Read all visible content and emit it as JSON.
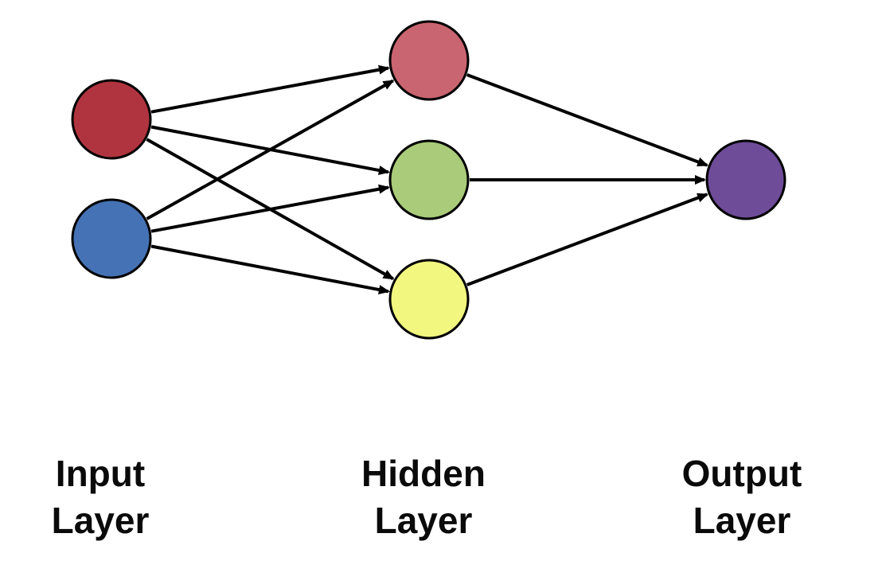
{
  "labels": {
    "input": [
      "Input",
      "Layer"
    ],
    "hidden": [
      "Hidden",
      "Layer"
    ],
    "output": [
      "Output",
      "Layer"
    ]
  },
  "nodes": {
    "input": [
      {
        "id": "input-1",
        "color": "#B0343F"
      },
      {
        "id": "input-2",
        "color": "#4472B4"
      }
    ],
    "hidden": [
      {
        "id": "hidden-1",
        "color": "#C96570"
      },
      {
        "id": "hidden-2",
        "color": "#AACB7A"
      },
      {
        "id": "hidden-3",
        "color": "#F2F77F"
      }
    ],
    "output": [
      {
        "id": "output-1",
        "color": "#6E4C98"
      }
    ]
  },
  "edges": [
    {
      "from": "input-1",
      "to": "hidden-1"
    },
    {
      "from": "input-1",
      "to": "hidden-2"
    },
    {
      "from": "input-1",
      "to": "hidden-3"
    },
    {
      "from": "input-2",
      "to": "hidden-1"
    },
    {
      "from": "input-2",
      "to": "hidden-2"
    },
    {
      "from": "input-2",
      "to": "hidden-3"
    },
    {
      "from": "hidden-1",
      "to": "output-1"
    },
    {
      "from": "hidden-2",
      "to": "output-1"
    },
    {
      "from": "hidden-3",
      "to": "output-1"
    }
  ],
  "stroke_color": "#000000"
}
